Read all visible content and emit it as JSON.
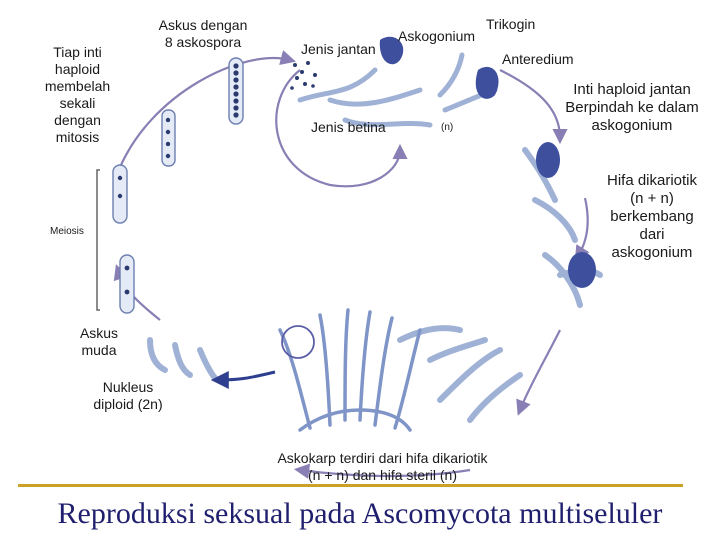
{
  "labels": {
    "tiap_inti": "Tiap inti\nhaploid\nmembelah\nsekali\ndengan\nmitosis",
    "askus_8": "Askus dengan\n8 askospora",
    "jenis_jantan": "Jenis jantan",
    "askogonium": "Askogonium",
    "trikogin": "Trikogin",
    "anteredium": "Anteredium",
    "jenis_betina": "Jenis betina",
    "inti_haploid_jantan": "Inti haploid jantan\nBerpindah ke dalam\naskogonium",
    "hifa_dikariotik": "Hifa dikariotik\n(n + n)\nberkembang\ndari\naskogonium",
    "meiosis": "Meiosis",
    "askus_muda": "Askus\nmuda",
    "nukleus": "Nukleus\ndiploid (2n)",
    "askokarp": "Askokarp terdiri dari hifa dikariotik\n(n + n) dan hifa steril (n)",
    "n_mark": "(n)"
  },
  "title": "Reproduksi seksual pada Ascomycota multiseluler",
  "colors": {
    "cycle_arrow": "#8a7fb5",
    "hypha": "#9fb2d6",
    "hypha_dark": "#3e4f9e",
    "nucleus": "#2b3a6e",
    "title": "#1f1f6e",
    "footer_line": "#c9a227"
  }
}
